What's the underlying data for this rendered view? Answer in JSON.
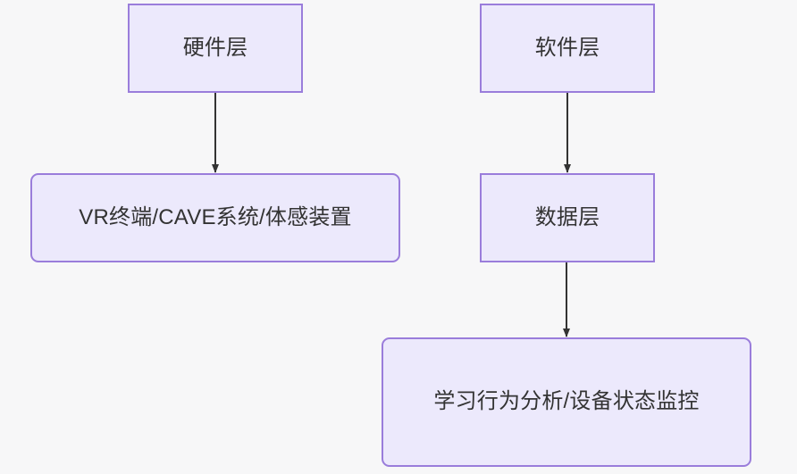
{
  "diagram": {
    "type": "flowchart",
    "direction": "top-down",
    "background_color": "#f7f7f8",
    "node_fill_color": "#ece9fc",
    "node_border_color": "#9a7ddb",
    "node_text_color": "#333333",
    "edge_color": "#333333",
    "nodes": [
      {
        "id": "hardware-layer",
        "label": "硬件层",
        "shape": "rectangle"
      },
      {
        "id": "software-layer",
        "label": "软件层",
        "shape": "rectangle"
      },
      {
        "id": "vr-devices",
        "label": "VR终端/CAVE系统/体感装置",
        "shape": "rounded-rectangle"
      },
      {
        "id": "data-layer",
        "label": "数据层",
        "shape": "rectangle"
      },
      {
        "id": "analytics",
        "label": "学习行为分析/设备状态监控",
        "shape": "rounded-rectangle"
      }
    ],
    "edges": [
      {
        "id": "hardware-to-vr",
        "from": "hardware-layer",
        "to": "vr-devices",
        "label": "",
        "arrowhead": "triangle"
      },
      {
        "id": "software-to-data",
        "from": "software-layer",
        "to": "data-layer",
        "label": "",
        "arrowhead": "triangle"
      },
      {
        "id": "data-to-analytics",
        "from": "data-layer",
        "to": "analytics",
        "label": "",
        "arrowhead": "triangle"
      }
    ]
  }
}
